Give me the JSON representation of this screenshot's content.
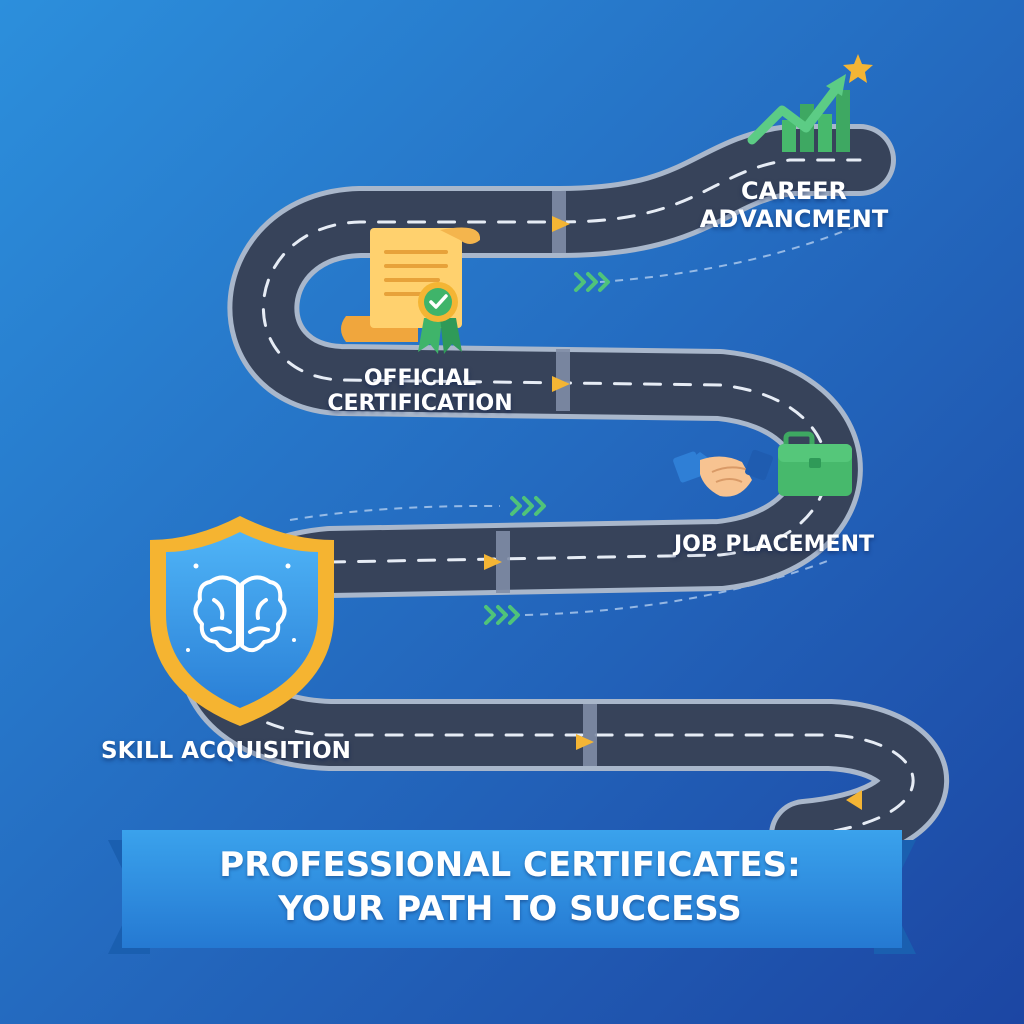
{
  "milestones": [
    {
      "id": "career",
      "lines": [
        "CAREER",
        "ADVANCMENT"
      ],
      "icon": "growth-chart-star-icon"
    },
    {
      "id": "certification",
      "lines": [
        "OFFICIAL",
        "CERTIFICATION"
      ],
      "icon": "certificate-scroll-icon"
    },
    {
      "id": "job",
      "lines": [
        "JOB PLACEMENT"
      ],
      "icon": "handshake-briefcase-icon"
    },
    {
      "id": "skill",
      "lines": [
        "SKILL ACQUISITION"
      ],
      "icon": "shield-brain-icon"
    }
  ],
  "banner": {
    "line1": "PROFESSIONAL CERTIFICATES:",
    "line2": "YOUR PATH TO SUCCESS"
  },
  "colors": {
    "background_light": "#2c8fdc",
    "background_dark": "#1c46a3",
    "road": "#37435a",
    "road_edge": "#a9b7cb",
    "lane_marking": "#e6ecf5",
    "arrow_yellow": "#f4b534",
    "chevron_green": "#4fc37a",
    "banner": "#2f8fe0",
    "banner_fold": "#1a5fb0",
    "certificate": "#ffc65a",
    "badge_green": "#3fb46a",
    "shield_gold": "#f5b431",
    "shield_blue": "#3aa0f0",
    "briefcase_green": "#47b96c"
  }
}
